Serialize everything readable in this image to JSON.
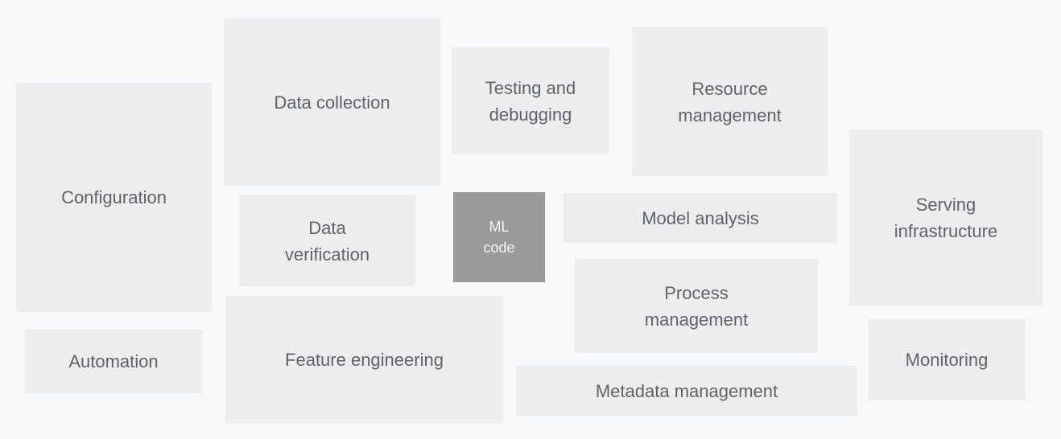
{
  "diagram": {
    "description": "ML system components diagram: a small dark ML code box surrounded by larger supporting infrastructure boxes",
    "colors": {
      "background": "#f7f8fa",
      "box_background": "#ededed",
      "box_text": "#5f6368",
      "ml_code_background": "#9b9b9b",
      "ml_code_text": "#f4f4f4"
    },
    "boxes": [
      {
        "id": "configuration",
        "label": "Configuration"
      },
      {
        "id": "automation",
        "label": "Automation"
      },
      {
        "id": "data-collection",
        "label": "Data collection"
      },
      {
        "id": "data-verification",
        "label": "Data\nverification"
      },
      {
        "id": "feature-engineering",
        "label": "Feature engineering"
      },
      {
        "id": "testing-debugging",
        "label": "Testing and\ndebugging"
      },
      {
        "id": "ml-code",
        "label": "ML\ncode"
      },
      {
        "id": "resource-management",
        "label": "Resource\nmanagement"
      },
      {
        "id": "model-analysis",
        "label": "Model analysis"
      },
      {
        "id": "process-management",
        "label": "Process\nmanagement"
      },
      {
        "id": "metadata-management",
        "label": "Metadata management"
      },
      {
        "id": "serving-infrastructure",
        "label": "Serving\ninfrastructure"
      },
      {
        "id": "monitoring",
        "label": "Monitoring"
      }
    ]
  }
}
